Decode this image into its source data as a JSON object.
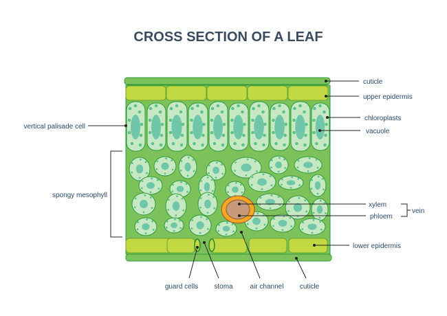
{
  "title": "CROSS SECTION OF A LEAF",
  "labels": {
    "cuticle_top": "cuticle",
    "upper_epidermis": "upper epidermis",
    "chloroplasts": "chloroplasts",
    "vacuole": "vacuole",
    "vertical_palisade_cell": "vertical palisade cell",
    "spongy_mesophyll": "spongy mesophyll",
    "xylem": "xylem",
    "phloem": "phloem",
    "vein": "vein",
    "lower_epidermis": "lower epidermis",
    "guard_cells": "guard cells",
    "stoma": "stoma",
    "air_channel": "air channel",
    "cuticle_bottom": "cuticle"
  },
  "colors": {
    "tissue": "#7cc15a",
    "cell": "#c6e9c3",
    "cell_stroke": "#2f9a3c",
    "chloroplast": "#5cc28c",
    "vacuole": "#6fc6a8",
    "epidermis": "#c3d944",
    "cuticle": "#7cc25b",
    "vein_outer": "#f5a623",
    "vein_inner": "#c79a7a"
  }
}
